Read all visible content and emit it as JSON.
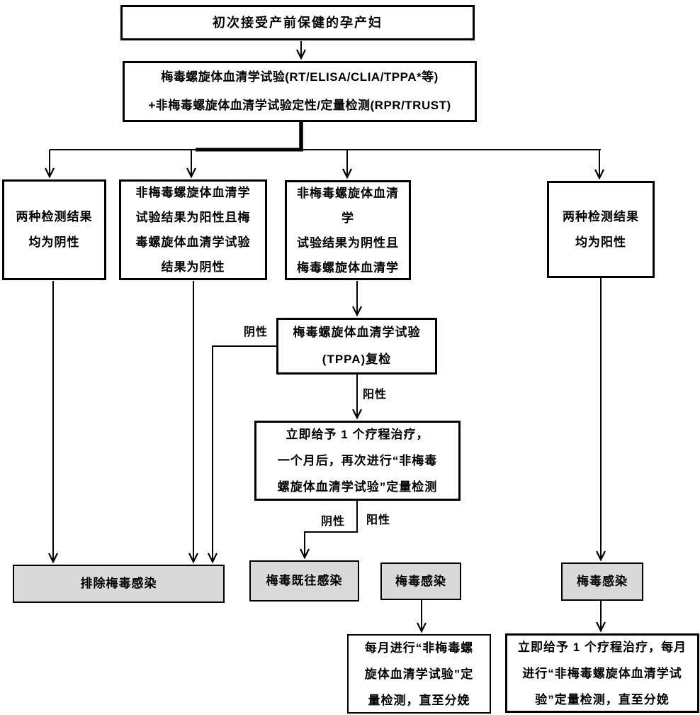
{
  "diagram": {
    "type": "flowchart",
    "language": "zh-CN",
    "topic": "初次接受产前保健的孕产妇梅毒检测流程"
  },
  "nodes": {
    "start": {
      "text": "初次接受产前保健的孕产妇"
    },
    "screening": {
      "text": "梅毒螺旋体血清学试验(RT/ELISA/CLIA/TPPA*等)\n+非梅毒螺旋体血清学试验定性/定量检测(RPR/TRUST)"
    },
    "both_negative": {
      "text": "两种检测结果\n均为阴性"
    },
    "nontrep_pos_trep_neg": {
      "text": "非梅毒螺旋体血清学\n试验结果为阳性且梅\n毒螺旋体血清学试验\n结果为阴性"
    },
    "nontrep_neg_trep_pos": {
      "text": "非梅毒螺旋体血清\n学\n试验结果为阴性且\n梅毒螺旋体血清学"
    },
    "both_positive": {
      "text": "两种检测结果\n均为阳性"
    },
    "tppa_recheck": {
      "text": "梅毒螺旋体血清学试验\n(TPPA)复检"
    },
    "treat_then_retest": {
      "text": "立即给予 1 个疗程治疗，\n一个月后，再次进行“非梅毒\n螺旋体血清学试验”定量检测"
    },
    "exclude_syphilis": {
      "text": "排除梅毒感染"
    },
    "past_infection": {
      "text": "梅毒既往感染"
    },
    "infection_mid": {
      "text": "梅毒感染"
    },
    "infection_right": {
      "text": "梅毒感染"
    },
    "monthly_quant_test": {
      "text": "每月进行“非梅毒螺\n旋体血清学试验”定\n量检测，直至分娩"
    },
    "treat_and_monthly_test": {
      "text": "立即给予 1 个疗程治疗，每月\n进行“非梅毒螺旋体血清学试\n验”定量检测，直至分娩"
    }
  },
  "edge_labels": {
    "tppa_negative": "阴性",
    "tppa_positive": "阳性",
    "retest_negative": "阴性",
    "retest_positive": "阳性"
  },
  "colors": {
    "outcome_fill": "#d9d9d9",
    "process_fill": "#ffffff",
    "line": "#000000",
    "text": "#000000"
  }
}
